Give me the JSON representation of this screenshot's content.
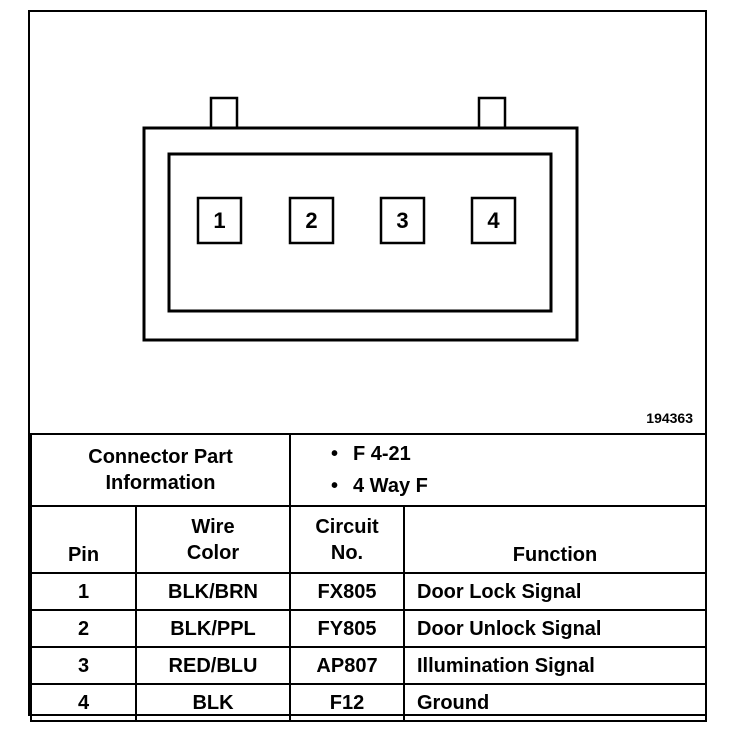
{
  "figure_number": "194363",
  "connector": {
    "cavities": [
      "1",
      "2",
      "3",
      "4"
    ]
  },
  "part_info": {
    "label_line1": "Connector Part",
    "label_line2": "Information",
    "items": [
      "F 4-21",
      "4 Way F"
    ]
  },
  "columns": {
    "pin": "Pin",
    "wire_color_line1": "Wire",
    "wire_color_line2": "Color",
    "circuit_line1": "Circuit",
    "circuit_line2": "No.",
    "function": "Function"
  },
  "rows": [
    {
      "pin": "1",
      "wire_color": "BLK/BRN",
      "circuit": "FX805",
      "function": "Door Lock Signal"
    },
    {
      "pin": "2",
      "wire_color": "BLK/PPL",
      "circuit": "FY805",
      "function": "Door Unlock Signal"
    },
    {
      "pin": "3",
      "wire_color": "RED/BLU",
      "circuit": "AP807",
      "function": "Illumination Signal"
    },
    {
      "pin": "4",
      "wire_color": "BLK",
      "circuit": "F12",
      "function": "Ground"
    }
  ]
}
